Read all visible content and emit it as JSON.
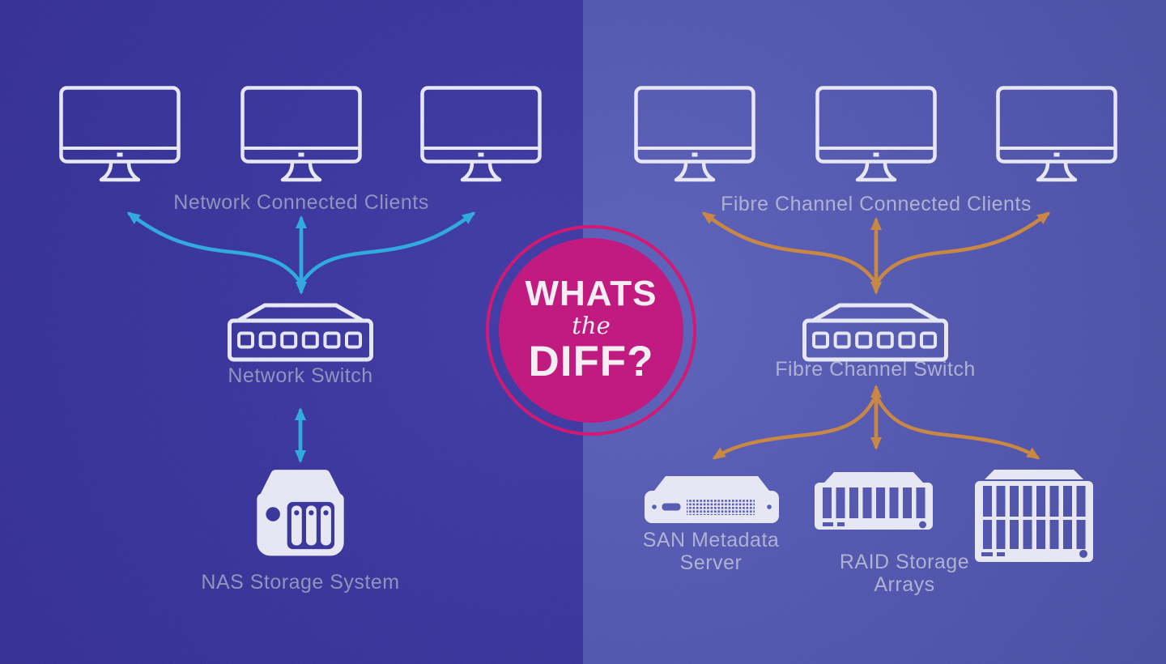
{
  "badge": {
    "line1": "WHATS",
    "line2": "the",
    "line3": "DIFF?"
  },
  "nas_side": {
    "clients_label": "Network Connected Clients",
    "switch_label": "Network Switch",
    "storage_label": "NAS Storage System",
    "arrow_color": "#2BA9E1"
  },
  "san_side": {
    "clients_label": "Fibre Channel Connected Clients",
    "switch_label": "Fibre Channel Switch",
    "server_label": "SAN Metadata Server",
    "raid_label": "RAID Storage Arrays",
    "arrow_color": "#C9853F"
  },
  "colors": {
    "nas_bg": "#36319B",
    "san_bg": "#5156B0",
    "icon": "#E8E9F5",
    "nas_label": "#8F92BE",
    "san_label": "#AEB1D3",
    "badge_fill": "#C1137D",
    "badge_ring": "#D5116F",
    "badge_text": "#F8F0F5"
  },
  "icons": {
    "client": "imac-desktop (outline svg shape)",
    "switch": "6-port-switch (outline svg shape)",
    "nas": "nas-3-bay-enclosure (filled svg shape)",
    "server": "1u-rack-server-mesh (filled svg shape)",
    "raid": "8-slot-raid-shelf (filled svg shape)",
    "raid_tall": "16-slot-raid-shelf (filled svg shape)"
  }
}
